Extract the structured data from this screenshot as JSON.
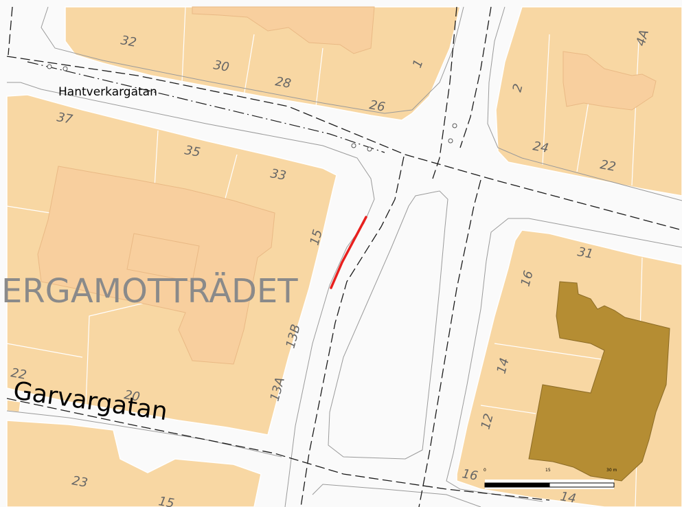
{
  "map": {
    "district_label": "ERGAMOTTRÄDET",
    "streets": [
      {
        "name": "Hantverkargatan"
      },
      {
        "name": "Garvargatan"
      }
    ],
    "house_numbers": [
      "32",
      "30",
      "28",
      "26",
      "1",
      "4A",
      "2",
      "24",
      "22",
      "37",
      "35",
      "33",
      "15",
      "31",
      "16",
      "13B",
      "14",
      "22",
      "20",
      "13A",
      "12",
      "16",
      "23",
      "15",
      "14"
    ],
    "scale_bar": {
      "labels": [
        "0",
        "15",
        "30 m"
      ]
    },
    "colors": {
      "block": "#f8d7a3",
      "building": "#f8cf9e",
      "road": "#fafafa",
      "highlight": "#e8201e",
      "hatched_building": "#b58d33"
    }
  }
}
